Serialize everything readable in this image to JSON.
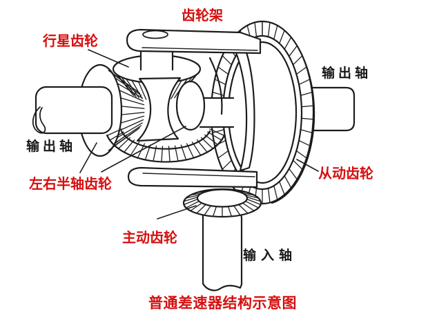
{
  "diagram": {
    "caption": "普通差速器结构示意图",
    "labels": {
      "gear_carrier": "齿轮架",
      "planet_gear": "行星齿轮",
      "output_shaft_left": "输出轴",
      "side_gears": "左右半轴齿轮",
      "drive_gear": "主动齿轮",
      "driven_gear": "从动齿轮",
      "output_shaft_right": "输出轴",
      "input_shaft": "输入轴"
    },
    "colors": {
      "label_red": "#d60f0f",
      "label_black": "#171717",
      "line": "#1c1c1c",
      "background": "#ffffff"
    }
  }
}
